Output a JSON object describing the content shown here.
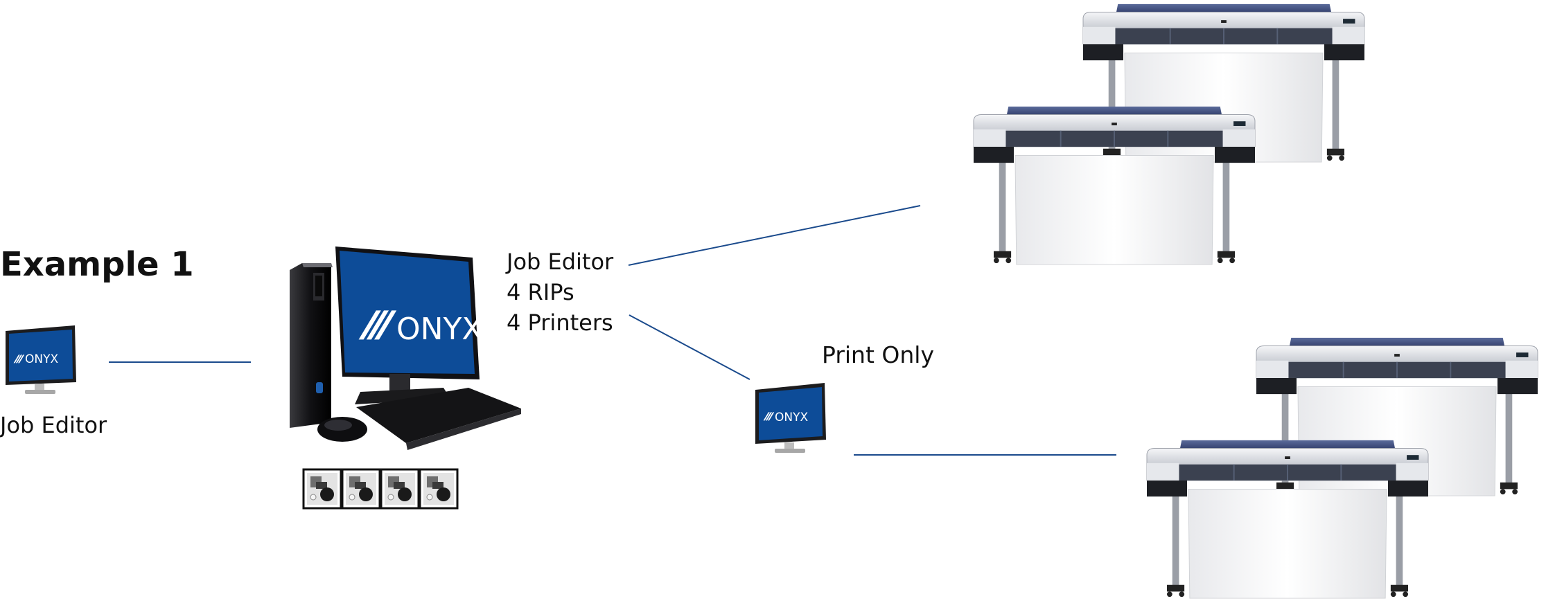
{
  "title": "Example 1",
  "client_left": {
    "label": "Job Editor"
  },
  "server": {
    "lines": [
      "Job Editor",
      "4 RIPs",
      "4 Printers"
    ]
  },
  "client_right": {
    "label": "Print Only"
  },
  "logo_text": "ONYX",
  "colors": {
    "connector": "#1a4a8c",
    "screen": "#0d4c98",
    "printer_top": "#2d3c6e",
    "printer_body": "#d9dce2",
    "printer_dark": "#1d1f24"
  },
  "icons": [
    "monitor-icon",
    "pc-tower-icon",
    "keyboard-icon",
    "mouse-icon",
    "rip-module-icon",
    "printer-icon"
  ]
}
